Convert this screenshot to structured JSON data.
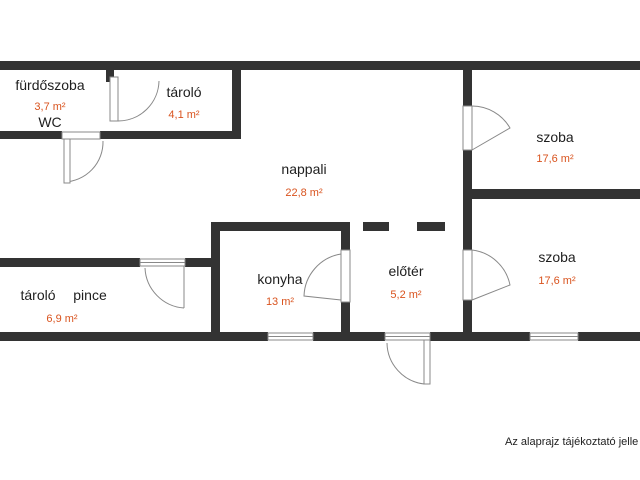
{
  "colors": {
    "wall": "#333333",
    "area": "#d9531e",
    "text": "#1e1e1e",
    "door": "#888888"
  },
  "rooms": {
    "furdoszoba": {
      "name": "fürdőszoba",
      "area": "3,7 m²"
    },
    "wc": {
      "name": "WC"
    },
    "tarolo_top": {
      "name": "tároló",
      "area": "4,1 m²"
    },
    "nappali": {
      "name": "nappali",
      "area": "22,8 m²"
    },
    "szoba_top": {
      "name": "szoba",
      "area": "17,6 m²"
    },
    "szoba_bottom": {
      "name": "szoba",
      "area": "17,6 m²"
    },
    "konyha": {
      "name": "konyha",
      "area": "13 m²"
    },
    "eloter": {
      "name": "előtér",
      "area": "5,2 m²"
    },
    "tarolo_bottom": {
      "name": "tároló"
    },
    "pince": {
      "name": "pince",
      "area": "6,9 m²"
    }
  },
  "disclaimer": "Az alaprajz tájékoztató jelle"
}
